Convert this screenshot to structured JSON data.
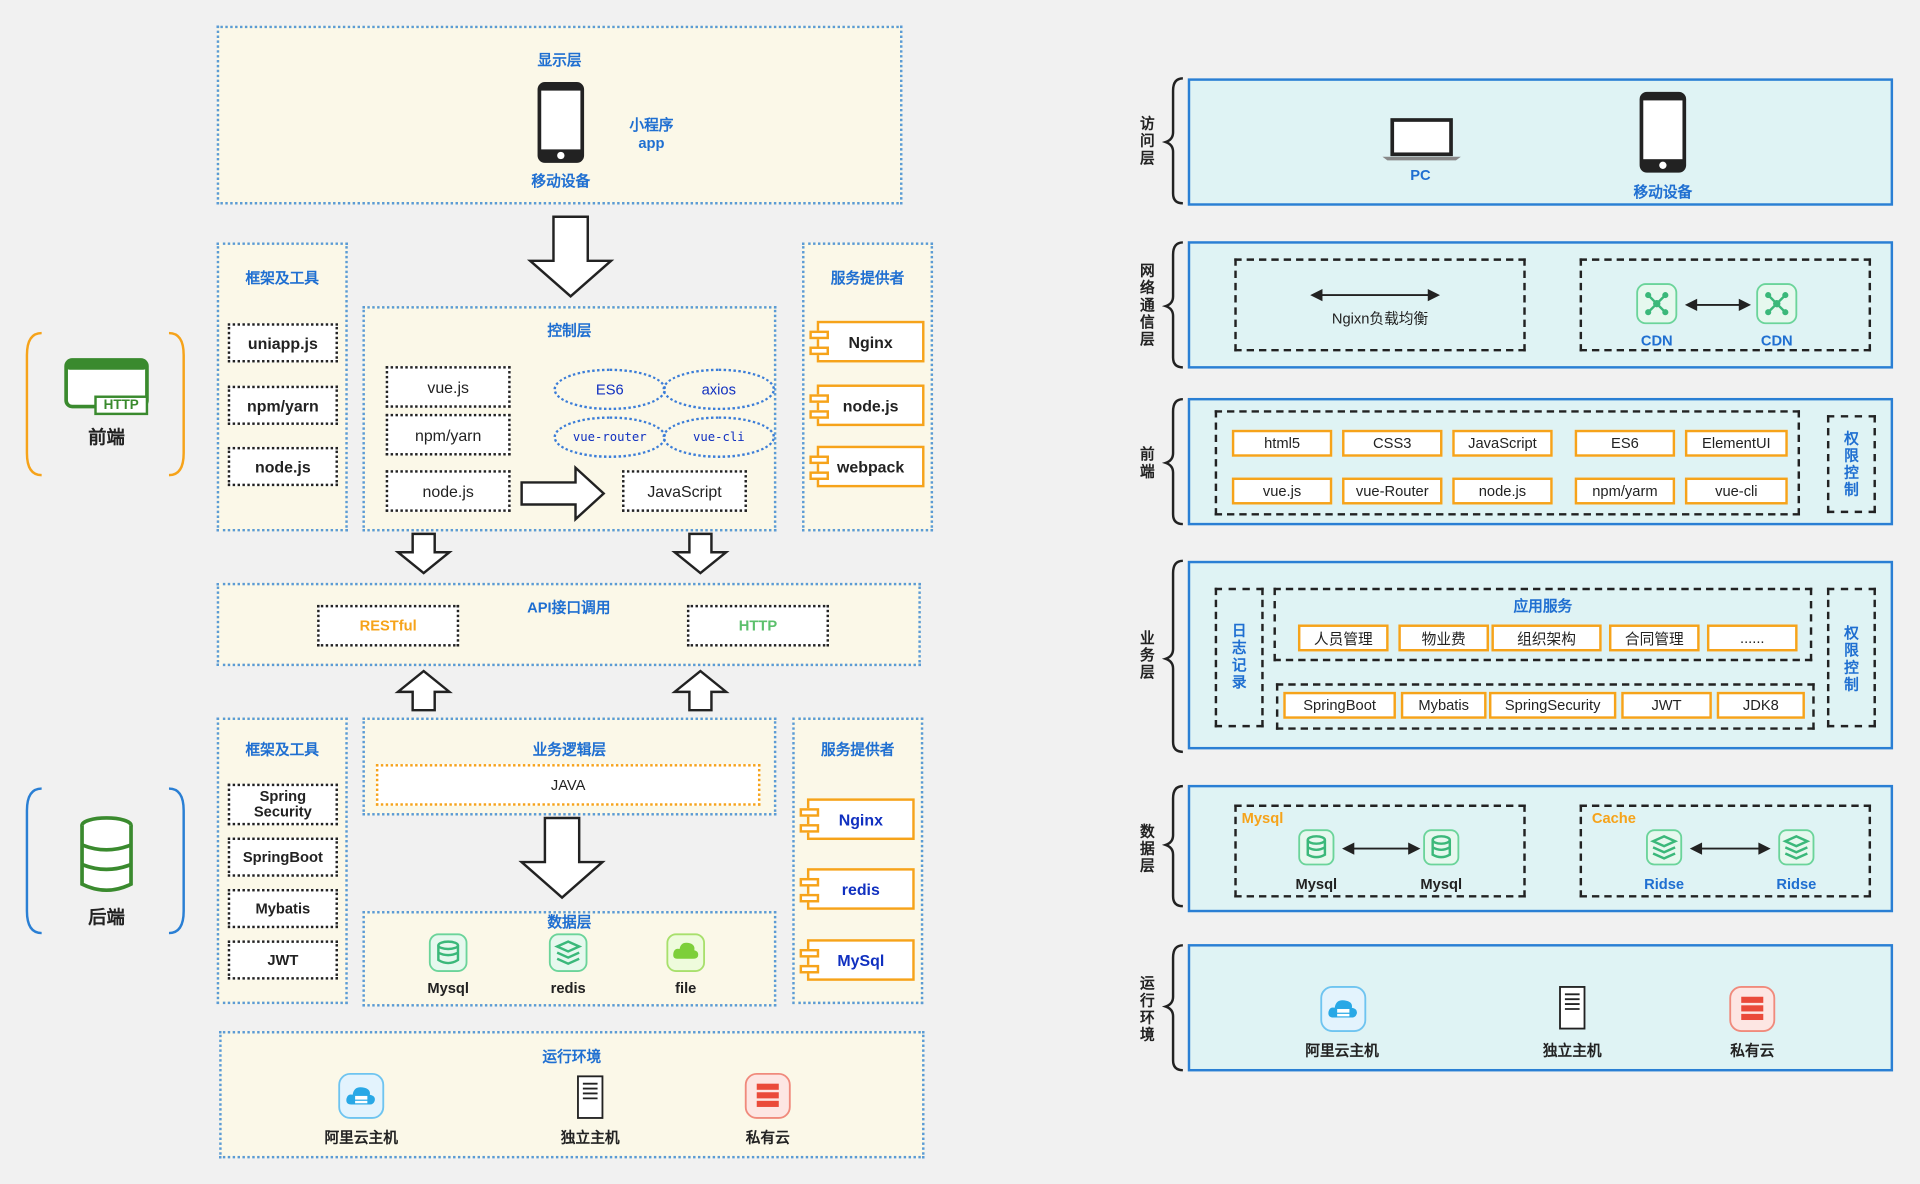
{
  "left": {
    "display_layer": {
      "title": "显示层",
      "device": "移动设备",
      "mini": "小程序",
      "app": "app"
    },
    "fe_tools": {
      "title": "框架及工具",
      "items": [
        "uniapp.js",
        "npm/yarn",
        "node.js"
      ]
    },
    "fe_providers": {
      "title": "服务提供者",
      "items": [
        "Nginx",
        "node.js",
        "webpack"
      ]
    },
    "control": {
      "title": "控制层",
      "boxes": [
        "vue.js",
        "npm/yarn",
        "node.js"
      ],
      "ovals": [
        "ES6",
        "axios",
        "vue-router",
        "vue-cli"
      ],
      "target": "JavaScript"
    },
    "api": {
      "title": "API接口调用",
      "restful": "RESTful",
      "http": "HTTP"
    },
    "be_tools": {
      "title": "框架及工具",
      "items": [
        "Spring Security",
        "SpringBoot",
        "Mybatis",
        "JWT"
      ]
    },
    "business": {
      "title": "业务逻辑层",
      "java": "JAVA"
    },
    "be_providers": {
      "title": "服务提供者",
      "items": [
        "Nginx",
        "redis",
        "MySql"
      ]
    },
    "data": {
      "title": "数据层",
      "items": [
        "Mysql",
        "redis",
        "file"
      ]
    },
    "runtime": {
      "title": "运行环境",
      "items": [
        "阿里云主机",
        "独立主机",
        "私有云"
      ]
    },
    "frontend_label": "前端",
    "backend_label": "后端",
    "http_badge": "HTTP"
  },
  "right": {
    "access": {
      "label": "访问层",
      "pc": "PC",
      "mobile": "移动设备"
    },
    "network": {
      "label": "网络通信层",
      "nginx": "Ngixn负载均衡",
      "cdn": [
        "CDN",
        "CDN"
      ]
    },
    "frontend": {
      "label": "前端",
      "row1": [
        "html5",
        "CSS3",
        "JavaScript",
        "ES6",
        "ElementUI"
      ],
      "row2": [
        "vue.js",
        "vue-Router",
        "node.js",
        "npm/yarm",
        "vue-cli"
      ],
      "auth": "权限控制"
    },
    "business": {
      "label": "业务层",
      "log": "日志记录",
      "app_service": "应用服务",
      "services": [
        "人员管理",
        "物业费",
        "组织架构",
        "合同管理",
        "......"
      ],
      "tech": [
        "SpringBoot",
        "Mybatis",
        "SpringSecurity",
        "JWT",
        "JDK8"
      ],
      "auth": "权限控制"
    },
    "data": {
      "label": "数据层",
      "mysql_title": "Mysql",
      "cache_title": "Cache",
      "mysql": [
        "Mysql",
        "Mysql"
      ],
      "ridse": [
        "Ridse",
        "Ridse"
      ]
    },
    "runtime": {
      "label": "运行环境",
      "items": [
        "阿里云主机",
        "独立主机",
        "私有云"
      ]
    }
  },
  "colors": {
    "blue": "#1f6fd1",
    "orange": "#f6a31a",
    "green": "#3a8a2e",
    "teal": "#dff3f4",
    "panel": "#fbf8e8"
  }
}
